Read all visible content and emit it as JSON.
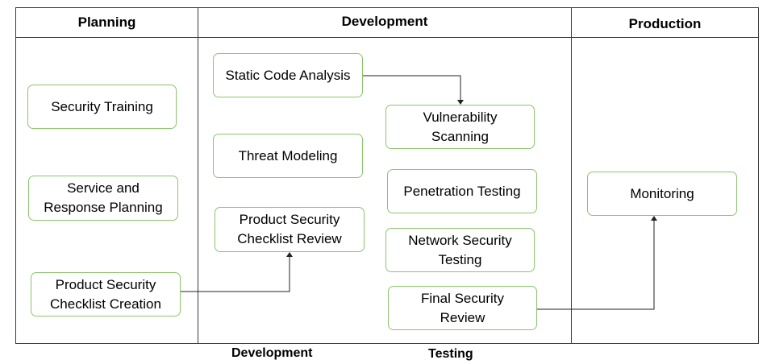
{
  "headers": {
    "planning": "Planning",
    "development": "Development",
    "production": "Production"
  },
  "footers": {
    "development": "Development",
    "testing": "Testing"
  },
  "planning": {
    "security_training": "Security Training",
    "service_response": "Service and\nResponse Planning",
    "checklist_creation": "Product Security\nChecklist Creation"
  },
  "development": {
    "static_code_analysis": "Static Code Analysis",
    "threat_modeling": "Threat Modeling",
    "checklist_review": "Product Security\nChecklist Review"
  },
  "testing": {
    "vulnerability_scanning": "Vulnerability\nScanning",
    "penetration_testing": "Penetration Testing",
    "network_security_testing": "Network Security\nTesting",
    "final_security_review": "Final Security\nReview"
  },
  "production": {
    "monitoring": "Monitoring"
  },
  "colors": {
    "box_border": "#8cc56b",
    "lines": "#3a3a3a"
  }
}
